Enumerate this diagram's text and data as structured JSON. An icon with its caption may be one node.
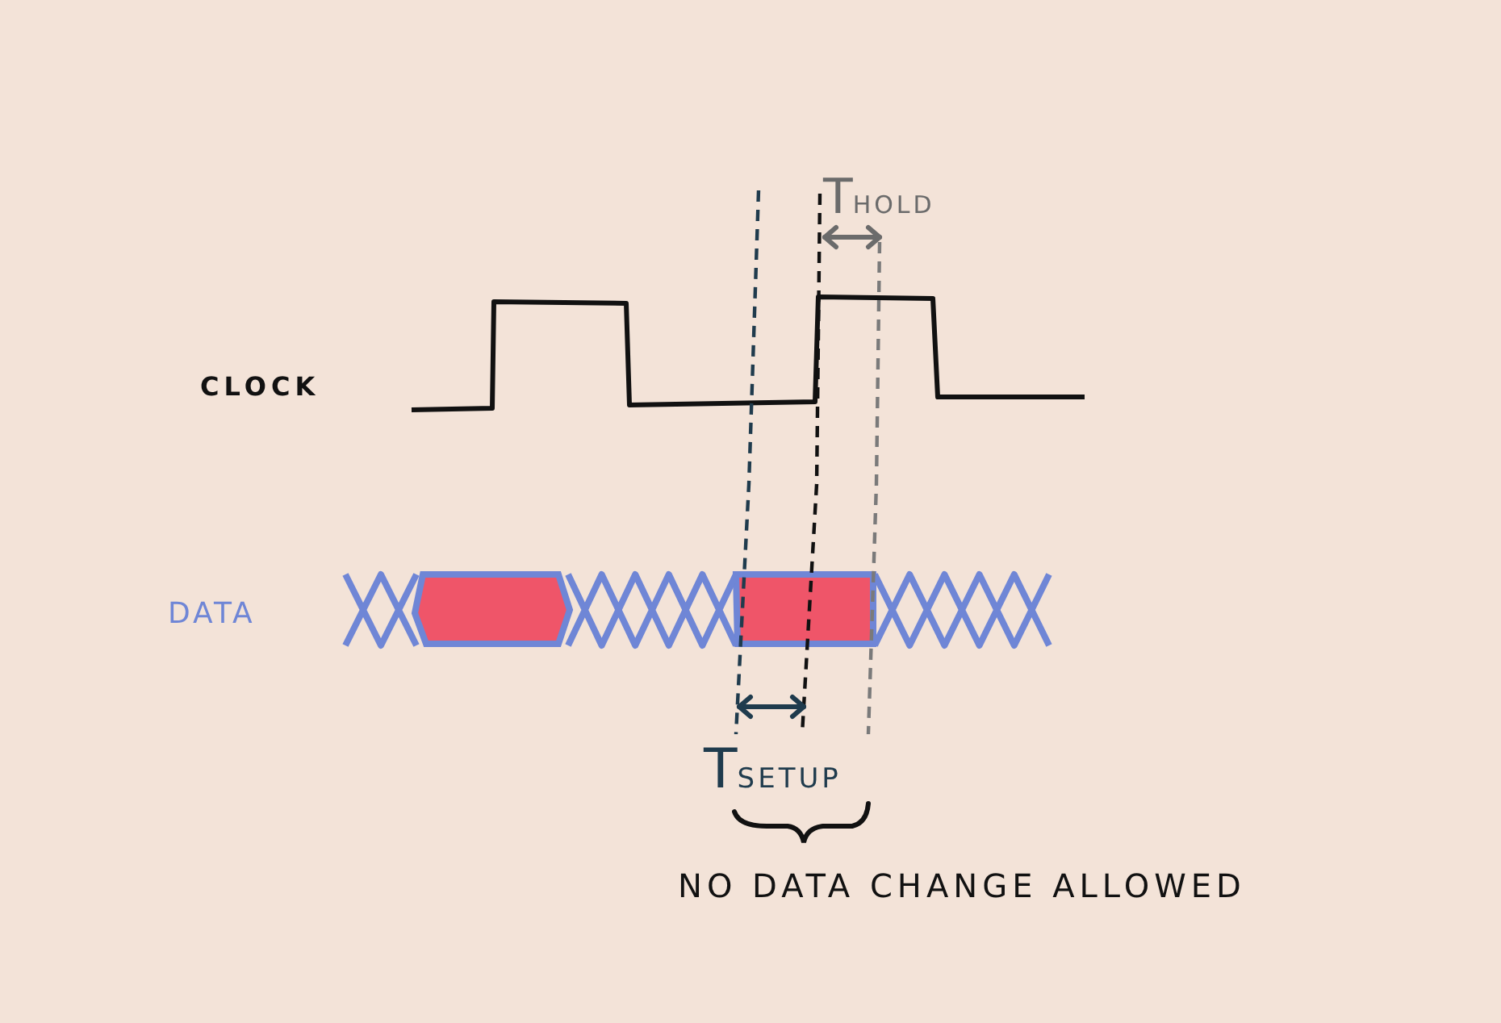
{
  "diagram": {
    "labels": [
      "T$_{HOLD}$",
      "CLOCK",
      "DATA",
      "T$_{SETUP}$",
      "NO DATA CHANGE ALLOWED"
    ]
  }
}
